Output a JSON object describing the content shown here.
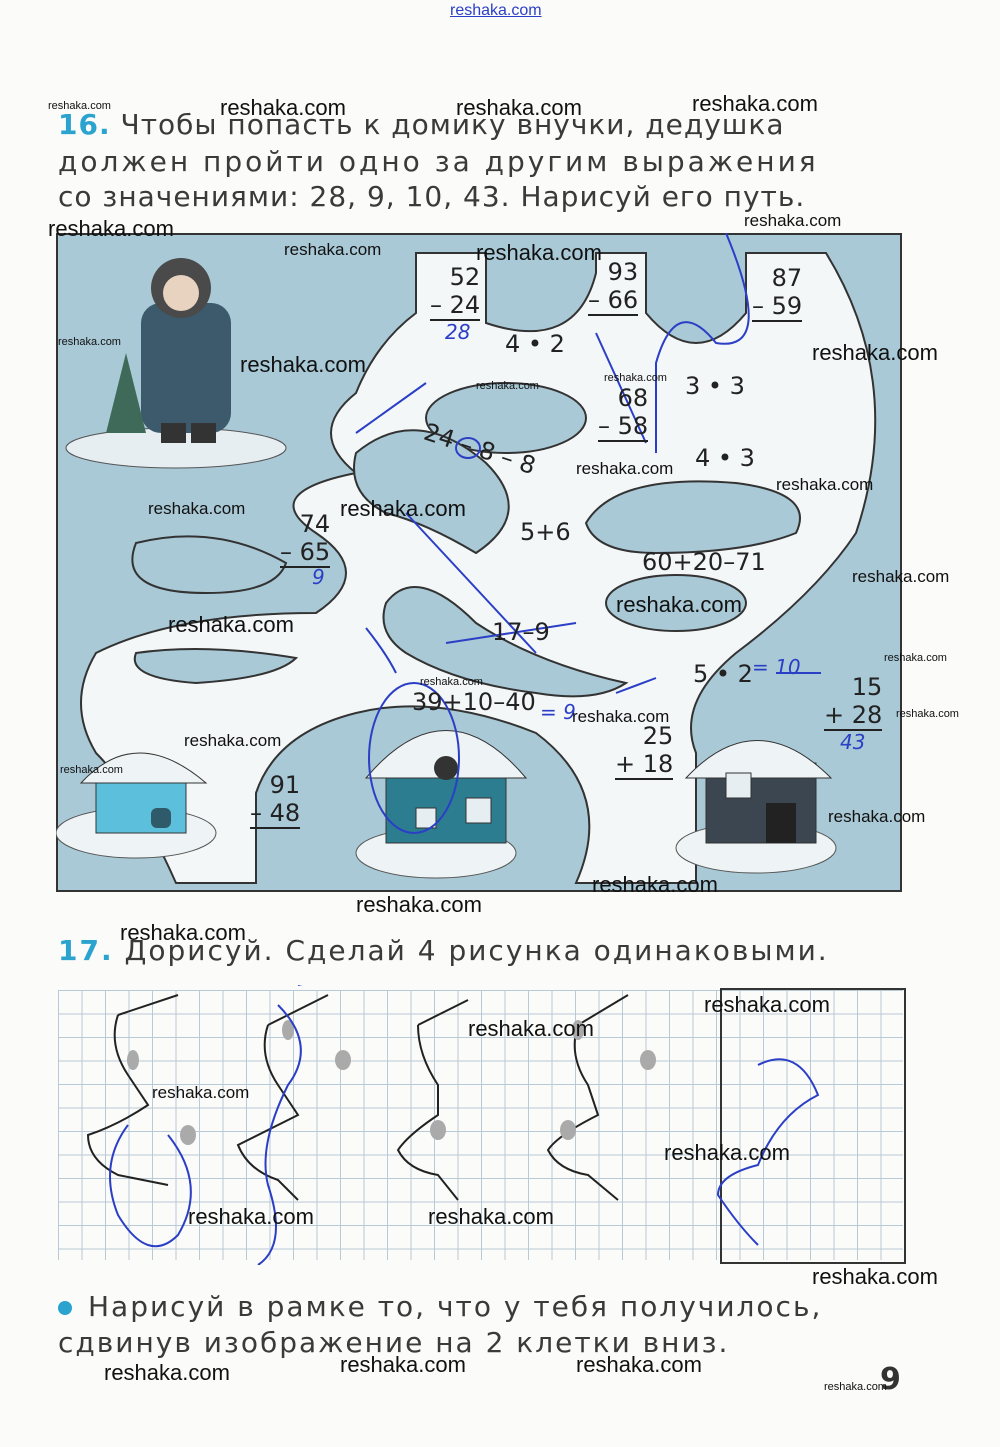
{
  "site_header": "reshaka.com",
  "task16": {
    "number": "16.",
    "line1": "Чтобы попасть к домику внучки, дедушка",
    "line2": "должен пройти одно за другим выражения",
    "line3": "со значениями: 28, 9, 10, 43. Нарисуй его путь."
  },
  "maze": {
    "expressions": {
      "e1": "4 • 2",
      "e2": "3 • 3",
      "e3": "4 • 3",
      "e4": "24 – 8 – 8",
      "e5": "5+6",
      "e6": "60+20–71",
      "e7": "17–9",
      "e8": "5 • 2",
      "e9": "39+10–40"
    },
    "columns": [
      {
        "top": "52",
        "op": "–",
        "bottom": "24"
      },
      {
        "top": "93",
        "op": "–",
        "bottom": "66"
      },
      {
        "top": "87",
        "op": "–",
        "bottom": "59"
      },
      {
        "top": "68",
        "op": "–",
        "bottom": "58"
      },
      {
        "top": "74",
        "op": "–",
        "bottom": "65"
      },
      {
        "top": "15",
        "op": "+",
        "bottom": "28"
      },
      {
        "top": "25",
        "op": "+",
        "bottom": "18"
      },
      {
        "top": "91",
        "op": "–",
        "bottom": "48"
      }
    ],
    "handwritten": {
      "h1": "28",
      "h2": "9",
      "h3": "= 10",
      "h4": "= 9",
      "h5": "43"
    }
  },
  "task17": {
    "number": "17.",
    "text": "Дорисуй. Сделай 4 рисунка одинаковыми."
  },
  "bullet": {
    "line1": "Нарисуй в рамке то, что у тебя получилось,",
    "line2": "сдвинув изображение на 2 клетки вниз."
  },
  "page_number": "9",
  "watermarks": {
    "w": "reshaka.com"
  },
  "colors": {
    "accent": "#2aa3cf",
    "pen": "#2b3fc6",
    "maze_bg": "#a9c9d6",
    "path": "#f4f7f8"
  }
}
